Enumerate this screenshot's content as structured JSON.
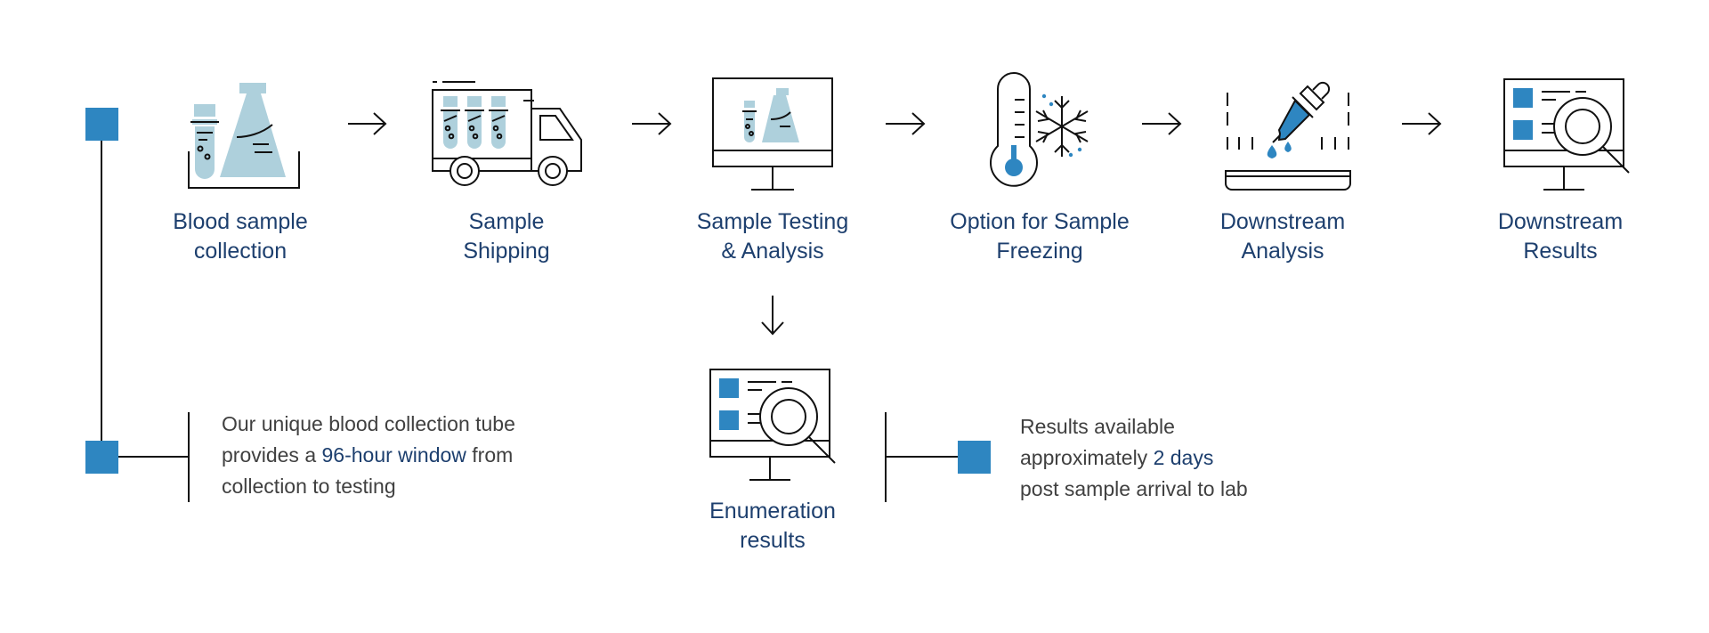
{
  "colors": {
    "line": "#111111",
    "accent": "#2e86c1",
    "light": "#aed0dc",
    "label": "#1d3f6e",
    "text": "#404040"
  },
  "steps": [
    {
      "line1": "Blood sample",
      "line2": "collection",
      "icon": "blood-sample-collection-icon"
    },
    {
      "line1": "Sample",
      "line2": "Shipping",
      "icon": "shipping-truck-icon"
    },
    {
      "line1": "Sample Testing",
      "line2": "& Analysis",
      "icon": "monitor-test-tubes-icon"
    },
    {
      "line1": "Option for Sample",
      "line2": "Freezing",
      "icon": "thermometer-snowflake-icon"
    },
    {
      "line1": "Downstream",
      "line2": "Analysis",
      "icon": "pipette-dish-icon"
    },
    {
      "line1": "Downstream",
      "line2": "Results",
      "icon": "monitor-magnifier-icon"
    }
  ],
  "branch": {
    "line1": "Enumeration",
    "line2": "results",
    "icon": "monitor-magnifier-icon"
  },
  "notes": {
    "left": {
      "line1": "Our unique blood collection tube",
      "line2_pre": "provides a ",
      "line2_hl": "96-hour window",
      "line2_post": " from",
      "line3": "collection to testing"
    },
    "right": {
      "line1": "Results available",
      "line2_pre": "approximately ",
      "line2_hl": "2 days",
      "line3": "post sample arrival to lab"
    }
  }
}
